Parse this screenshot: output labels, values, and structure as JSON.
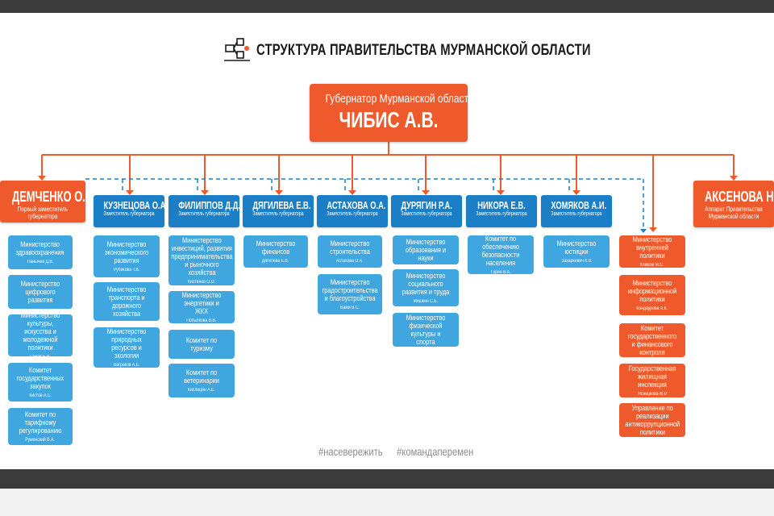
{
  "title": "СТРУКТУРА ПРАВИТЕЛЬСТВА МУРМАНСКОЙ ОБЛАСТИ",
  "colors": {
    "orange": "#ee5a2b",
    "blue_dark": "#1a7fc7",
    "blue_light": "#3fa6e0"
  },
  "governor": {
    "title": "Губернатор Мурманской области",
    "name": "ЧИБИС А.В."
  },
  "left_deputy": {
    "name": "ДЕМЧЕНКО О.Н.",
    "position": "Первый заместитель губернатора"
  },
  "right_deputy": {
    "name": "АКСЕНОВА Н.А.",
    "position": "Аппарат Правительства Мурманской области"
  },
  "deputies": [
    {
      "name": "КУЗНЕЦОВА О.А.",
      "position": "Заместитель губернатора"
    },
    {
      "name": "ФИЛИППОВ Д.Д.",
      "position": "Заместитель губернатора"
    },
    {
      "name": "ДЯГИЛЕВА Е.В.",
      "position": "Заместитель губернатора"
    },
    {
      "name": "АСТАХОВА О.А.",
      "position": "Заместитель губернатора"
    },
    {
      "name": "ДУРЯГИН Р.А.",
      "position": "Заместитель губернатора"
    },
    {
      "name": "НИКОРА Е.В.",
      "position": "Заместитель губернатора"
    },
    {
      "name": "ХОМЯКОВ А.И.",
      "position": "Заместитель губернатора"
    }
  ],
  "units": {
    "demchenko": [
      {
        "title": "Министерство здравоохранения",
        "head": "Панычев Д.В."
      },
      {
        "title": "Министерство цифрового развития",
        "head": ""
      },
      {
        "title": "Министерство культуры, искусства и молодежной политики",
        "head": "Гамов Е.В."
      },
      {
        "title": "Комитет государственных закупок",
        "head": "Кистов А.С."
      },
      {
        "title": "Комитет по тарифному регулированию",
        "head": "Руменский В.А."
      }
    ],
    "kuznetsova": [
      {
        "title": "Министерство экономического развития",
        "head": "Рупикова Т.В."
      },
      {
        "title": "Министерство транспорта и дорожного хозяйства",
        "head": ""
      },
      {
        "title": "Министерство природных ресурсов и экологии",
        "head": "Ваграков А.Е."
      }
    ],
    "filippov": [
      {
        "title": "Министерство инвестиций, развития предпринимательства и рыночного хозяйства",
        "head": "Кистенев О.О."
      },
      {
        "title": "Министерство энергетики и ЖКХ",
        "head": "Потылкова В.В."
      },
      {
        "title": "Комитет по туризму",
        "head": ""
      },
      {
        "title": "Комитет по ветеринарии",
        "head": "Кислицин А.Е."
      }
    ],
    "dyagileva": [
      {
        "title": "Министерство финансов",
        "head": "Дягилева Е.В."
      }
    ],
    "astakhova": [
      {
        "title": "Министерство строительства",
        "head": "Астахова О.А."
      },
      {
        "title": "Министерство градостроительства и благоустройства",
        "head": "Вами В.С."
      }
    ],
    "duryagin": [
      {
        "title": "Министерство образования и науки",
        "head": ""
      },
      {
        "title": "Министерство социального развития и труда",
        "head": "Мишкин С.Б."
      },
      {
        "title": "Министерство физической культуры и спорта",
        "head": ""
      }
    ],
    "nikora": [
      {
        "title": "Комитет по обеспечению безопасности населения",
        "head": "Гурин В.А."
      }
    ],
    "khomyakov": [
      {
        "title": "Министерство юстиции",
        "head": "Захаркевич К.В."
      }
    ],
    "direct": [
      {
        "title": "Министерство внутренней политики",
        "head": "Клюков М.С."
      },
      {
        "title": "Министерство информационной политики",
        "head": "Кондаурова А.К."
      },
      {
        "title": "Комитет государственного и финансового контроля",
        "head": ""
      },
      {
        "title": "Государственная жилищная инспекция",
        "head": "Ясницкова М.Р."
      },
      {
        "title": "Управление по реализации антикоррупционной политики",
        "head": ""
      }
    ]
  },
  "hashtags": [
    "#насевережить",
    "#командаперемен"
  ]
}
